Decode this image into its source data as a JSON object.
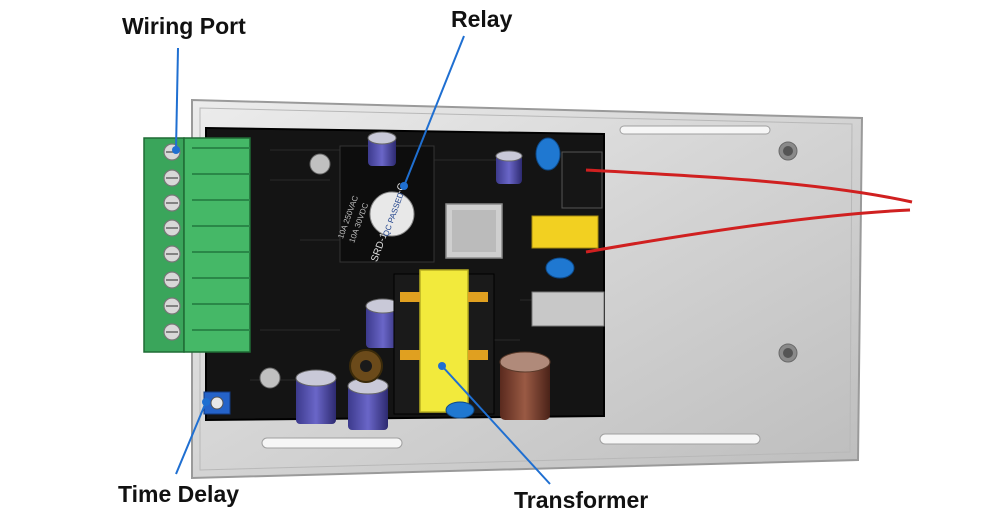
{
  "labels": {
    "wiring_port": "Wiring Port",
    "relay": "Relay",
    "time_delay": "Time Delay",
    "transformer": "Transformer"
  },
  "relay_markings": {
    "qc_sticker": "QC PASSED",
    "model": "SRD-12VDC-SL-C"
  },
  "colors": {
    "callout_line": "#1f6fd1",
    "pcb": "#141414",
    "terminal": "#3aa55b",
    "transformer": "#f2ea3c",
    "enclosure": "#d6d6d6",
    "wire": "#d02020"
  }
}
